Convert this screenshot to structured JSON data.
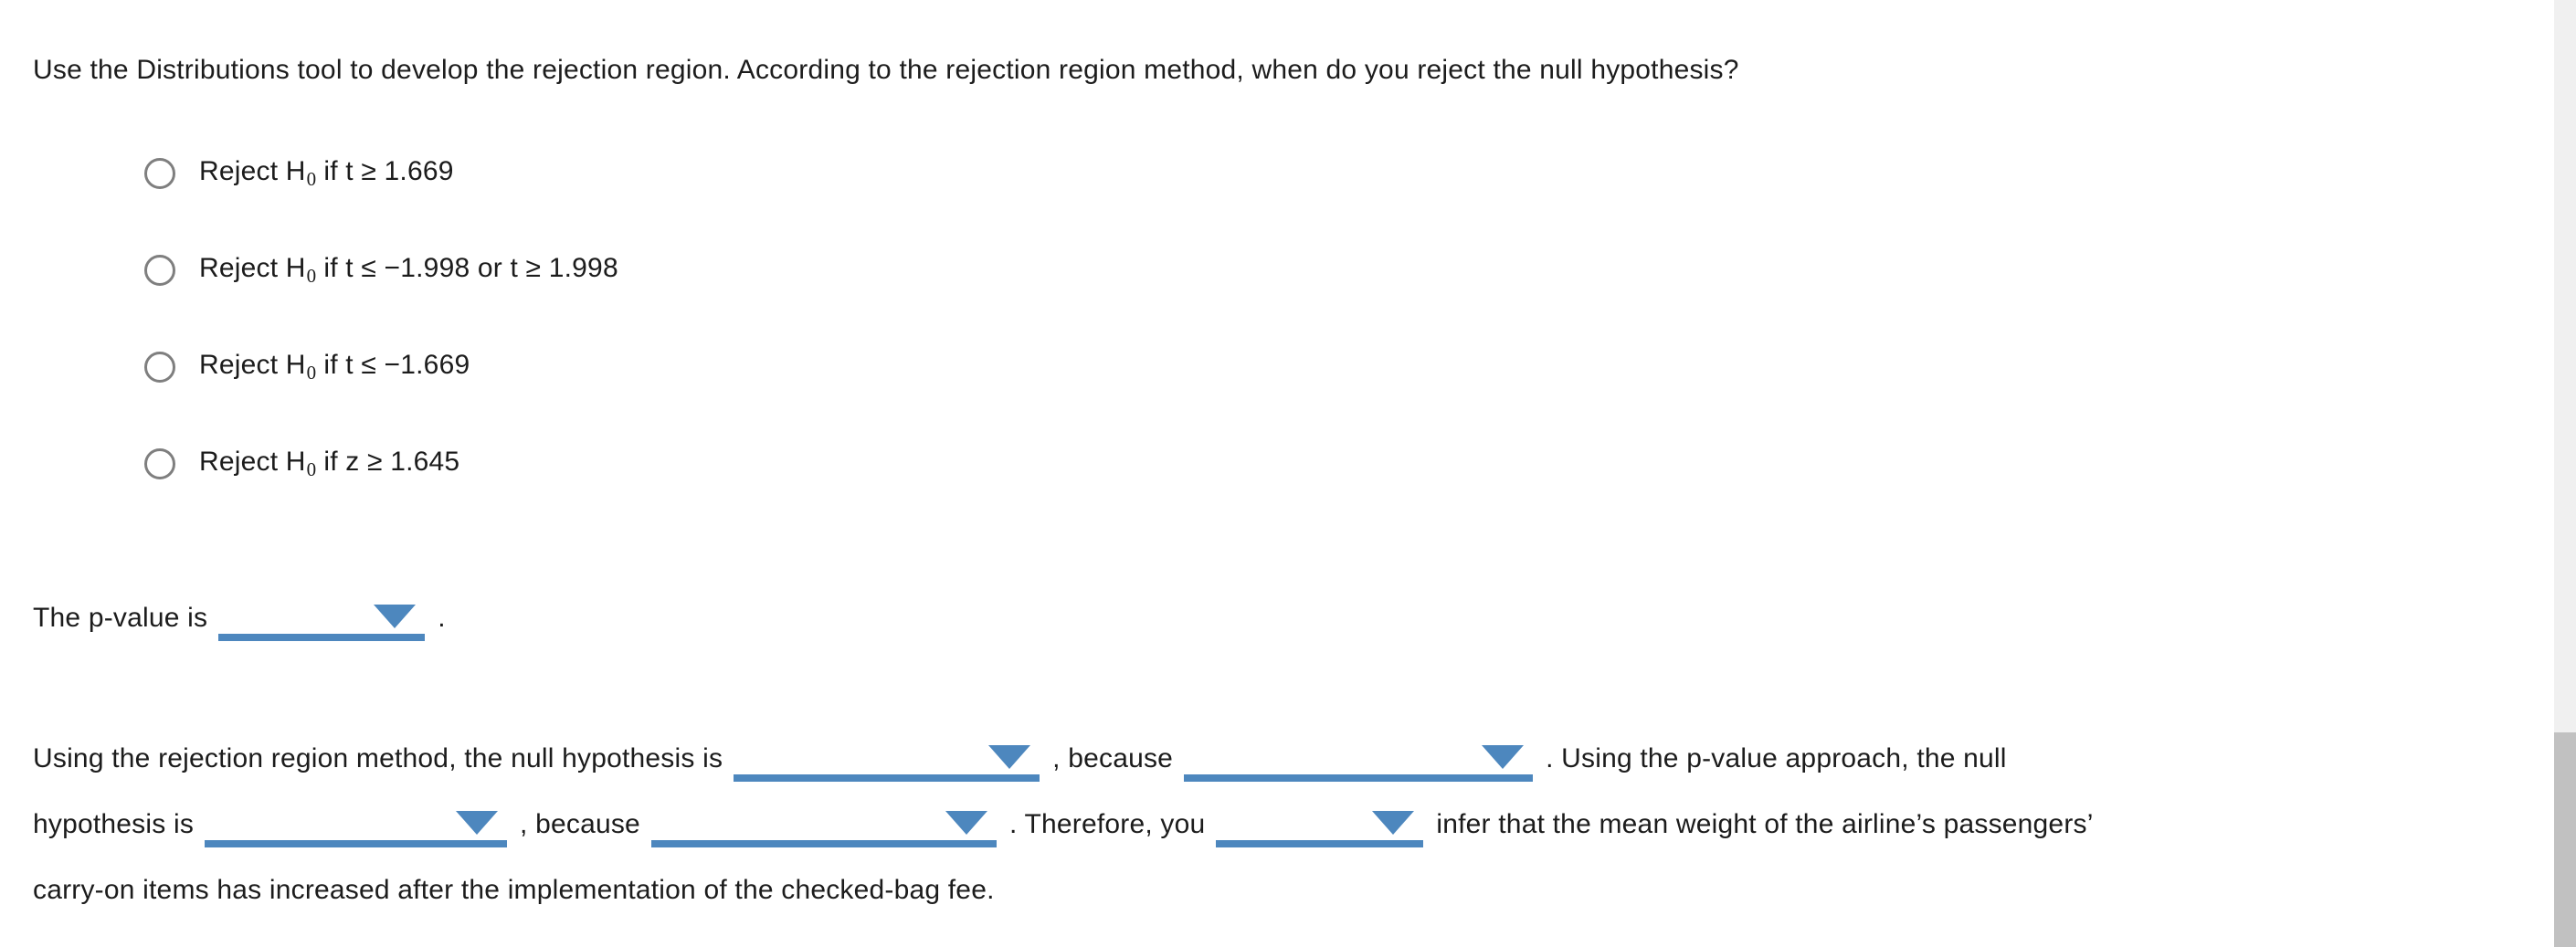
{
  "colors": {
    "accent_blue": "#4d87be",
    "text": "#1c1c1c",
    "radio_border": "#7f7f7f",
    "scrollbar_track": "#f0f0f0",
    "scrollbar_thumb": "#c1c1c1"
  },
  "question": {
    "prompt": "Use the Distributions tool to develop the rejection region. According to the rejection region method, when do you reject the null hypothesis?",
    "options": [
      {
        "pre": "Reject H",
        "sub": "0",
        "post": "if t ≥ 1.669",
        "selected": false
      },
      {
        "pre": "Reject H",
        "sub": "0",
        "post": "if t ≤ −1.998 or t ≥ 1.998",
        "selected": false
      },
      {
        "pre": "Reject H",
        "sub": "0",
        "post": "if t ≤ −1.669",
        "selected": false
      },
      {
        "pre": "Reject H",
        "sub": "0",
        "post": "if z ≥ 1.645",
        "selected": false
      }
    ]
  },
  "p_value_line": {
    "before": "The p-value is",
    "dropdown_value": "",
    "after": "."
  },
  "paragraph": {
    "line1": {
      "t1": "Using the rejection region method, the null hypothesis is",
      "dd1_value": "",
      "t2": ", because",
      "dd2_value": "",
      "t3": ". Using the p-value approach, the null"
    },
    "line2": {
      "t1": "hypothesis is",
      "dd1_value": "",
      "t2": ", because",
      "dd2_value": "",
      "t3": ". Therefore, you",
      "dd3_value": "",
      "t4": "infer that the mean weight of the airline’s passengers’"
    },
    "line3": {
      "t1": "carry-on items has increased after the implementation of the checked-bag fee."
    }
  }
}
